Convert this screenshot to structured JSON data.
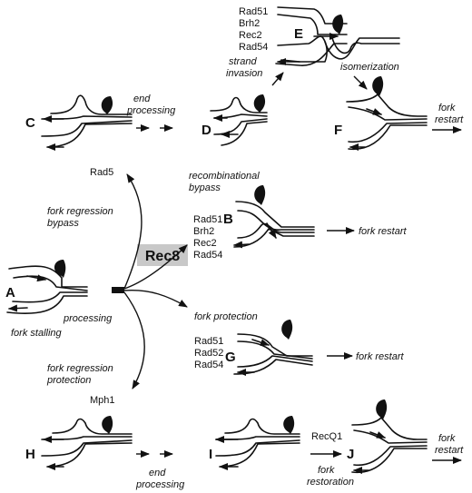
{
  "panels": {
    "A": "A",
    "B": "B",
    "C": "C",
    "D": "D",
    "E": "E",
    "F": "F",
    "G": "G",
    "H": "H",
    "I": "I",
    "J": "J"
  },
  "central": {
    "label": "Rec8",
    "box_color": "#c8c8c8"
  },
  "proteins": {
    "e": [
      "Rad51",
      "Brh2",
      "Rec2",
      "Rad54"
    ],
    "b": [
      "Rad51",
      "Brh2",
      "Rec2",
      "Rad54"
    ],
    "g": [
      "Rad51",
      "Rad52",
      "Rad54"
    ],
    "top": "Rad5",
    "bottom": "Mph1",
    "recq": "RecQ1"
  },
  "labels": {
    "fork_stalling": "fork stalling",
    "processing": "processing",
    "fork_regression_bypass": [
      "fork regression",
      "bypass"
    ],
    "fork_regression_protection": [
      "fork regression",
      "protection"
    ],
    "recombinational_bypass": [
      "recombinational",
      "bypass"
    ],
    "fork_protection": "fork protection",
    "end_processing": [
      "end",
      "processing"
    ],
    "strand_invasion": [
      "strand",
      "invasion"
    ],
    "isomerization": "isomerization",
    "fork_restart_inline": "fork restart",
    "fork_restart_stacked": [
      "fork",
      "restart"
    ],
    "fork_restoration": [
      "fork",
      "restoration"
    ]
  }
}
